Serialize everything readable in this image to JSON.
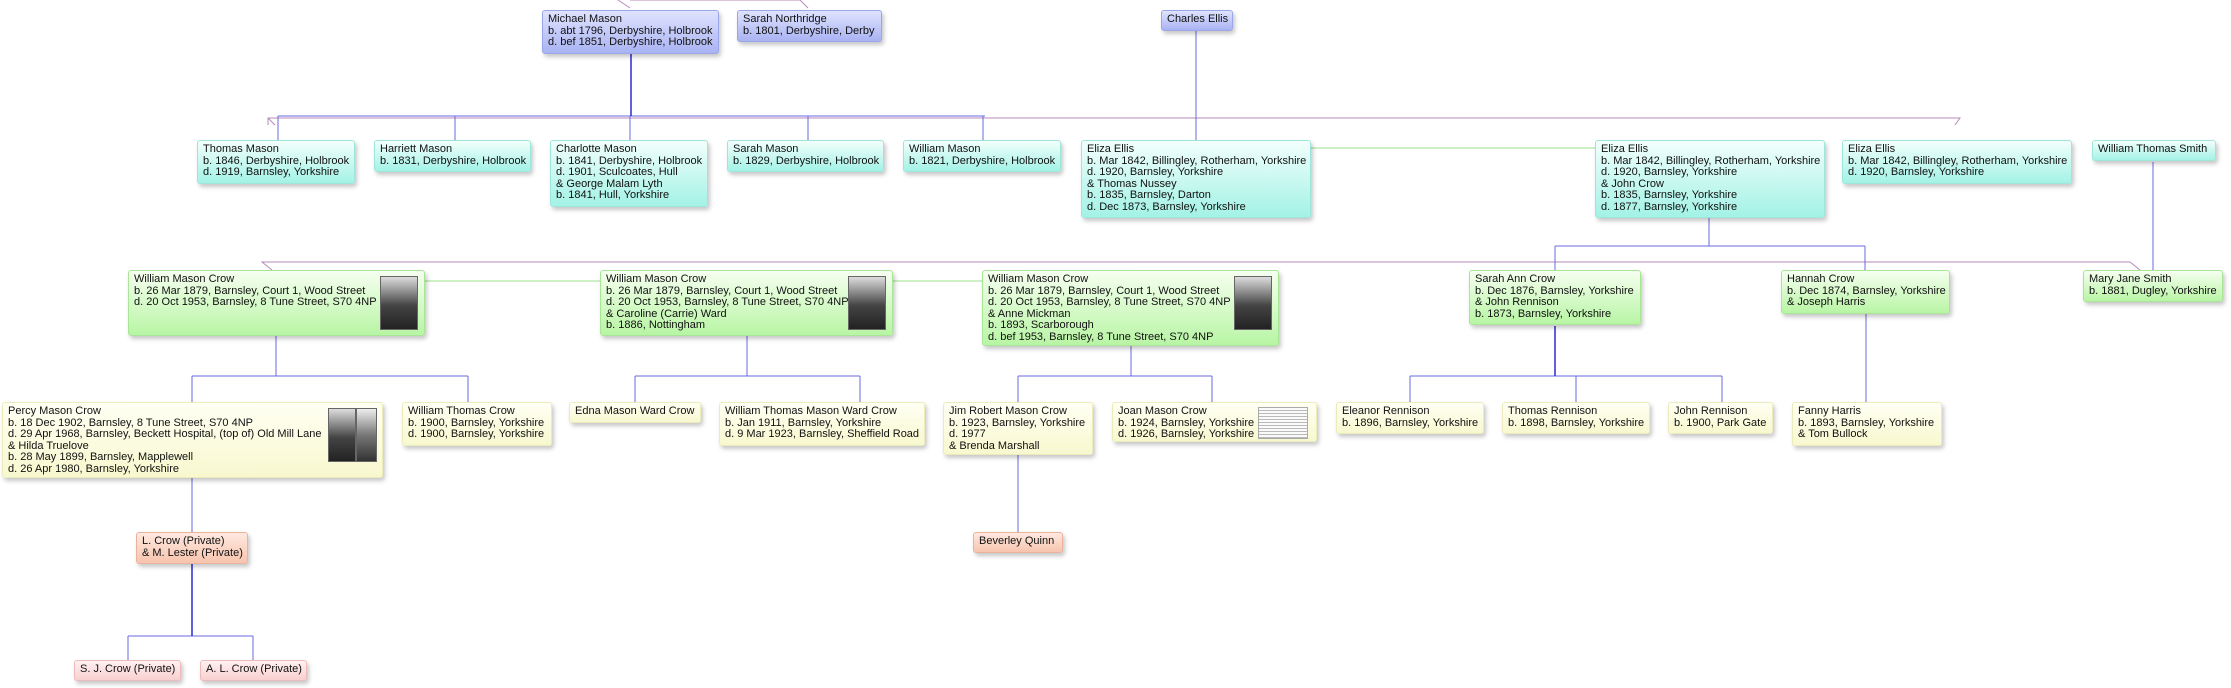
{
  "tree": {
    "michael_mason": [
      "Michael Mason",
      "b. abt 1796, Derbyshire, Holbrook",
      "d. bef 1851, Derbyshire, Holbrook"
    ],
    "sarah_northridge": [
      "Sarah Northridge",
      "b. 1801, Derbyshire, Derby"
    ],
    "charles_ellis": [
      "Charles Ellis"
    ],
    "thomas_mason": [
      "Thomas Mason",
      "b. 1846, Derbyshire, Holbrook",
      "d. 1919, Barnsley, Yorkshire"
    ],
    "harriett_mason": [
      "Harriett Mason",
      "b. 1831, Derbyshire, Holbrook"
    ],
    "charlotte_mason": [
      "Charlotte Mason",
      "b. 1841, Derbyshire, Holbrook",
      "d. 1901, Sculcoates, Hull",
      "& George Malam Lyth",
      "b. 1841, Hull, Yorkshire"
    ],
    "sarah_mason": [
      "Sarah Mason",
      "b. 1829, Derbyshire, Holbrook"
    ],
    "william_mason": [
      "William Mason",
      "b. 1821, Derbyshire, Holbrook"
    ],
    "eliza_ellis_1": [
      "Eliza Ellis",
      "b. Mar 1842, Billingley, Rotherham, Yorkshire",
      "d. 1920, Barnsley, Yorkshire",
      "& Thomas Nussey",
      "b. 1835, Barnsley, Darton",
      "d. Dec 1873, Barnsley, Yorkshire"
    ],
    "eliza_ellis_2": [
      "Eliza Ellis",
      "b. Mar 1842, Billingley, Rotherham, Yorkshire",
      "d. 1920, Barnsley, Yorkshire",
      "& John Crow",
      "b. 1835, Barnsley, Yorkshire",
      "d. 1877, Barnsley, Yorkshire"
    ],
    "eliza_ellis_3": [
      "Eliza Ellis",
      "b. Mar 1842, Billingley, Rotherham, Yorkshire",
      "d. 1920, Barnsley, Yorkshire"
    ],
    "william_thomas_smith": [
      "William Thomas Smith"
    ],
    "wmc_1": [
      "William Mason Crow",
      "b. 26 Mar 1879, Barnsley, Court 1, Wood Street",
      "d. 20 Oct 1953, Barnsley, 8 Tune Street, S70 4NP"
    ],
    "wmc_2": [
      "William Mason Crow",
      "b. 26 Mar 1879, Barnsley, Court 1, Wood Street",
      "d. 20 Oct 1953, Barnsley, 8 Tune Street, S70 4NP",
      "& Caroline (Carrie) Ward",
      "b. 1886, Nottingham"
    ],
    "wmc_3": [
      "William Mason Crow",
      "b. 26 Mar 1879, Barnsley, Court 1, Wood Street",
      "d. 20 Oct 1953, Barnsley, 8 Tune Street, S70 4NP",
      "& Anne Mickman",
      "b. 1893, Scarborough",
      "d. bef 1953, Barnsley, 8 Tune Street, S70 4NP"
    ],
    "sarah_ann_crow": [
      "Sarah Ann Crow",
      "b. Dec 1876, Barnsley, Yorkshire",
      "& John Rennison",
      "b. 1873, Barnsley, Yorkshire"
    ],
    "hannah_crow": [
      "Hannah Crow",
      "b. Dec 1874, Barnsley, Yorkshire",
      "& Joseph Harris"
    ],
    "mary_jane_smith": [
      "Mary Jane Smith",
      "b. 1881, Dugley, Yorkshire"
    ],
    "percy_mason_crow": [
      "Percy Mason Crow",
      "b. 18 Dec 1902, Barnsley, 8 Tune Street, S70 4NP",
      "d. 29 Apr 1968, Barnsley, Beckett Hospital, (top of) Old Mill Lane",
      "& Hilda Truelove",
      "b. 28 May 1899, Barnsley, Mapplewell",
      "d. 26 Apr 1980, Barnsley, Yorkshire"
    ],
    "william_thomas_crow": [
      "William Thomas Crow",
      "b. 1900, Barnsley, Yorkshire",
      "d. 1900, Barnsley, Yorkshire"
    ],
    "edna_mason_ward_crow": [
      "Edna Mason Ward Crow"
    ],
    "wtmw_crow": [
      "William Thomas Mason Ward Crow",
      "b. Jan 1911, Barnsley, Yorkshire",
      "d. 9 Mar 1923, Barnsley, Sheffield Road"
    ],
    "jim_robert_mason_crow": [
      "Jim Robert Mason Crow",
      "b. 1923, Barnsley, Yorkshire",
      "d. 1977",
      "& Brenda Marshall"
    ],
    "joan_mason_crow": [
      "Joan Mason Crow",
      "b. 1924, Barnsley, Yorkshire",
      "d. 1926, Barnsley, Yorkshire"
    ],
    "eleanor_rennison": [
      "Eleanor Rennison",
      "b. 1896, Barnsley, Yorkshire"
    ],
    "thomas_rennison": [
      "Thomas Rennison",
      "b. 1898, Barnsley, Yorkshire"
    ],
    "john_rennison": [
      "John Rennison",
      "b. 1900, Park Gate"
    ],
    "fanny_harris": [
      "Fanny Harris",
      "b. 1893, Barnsley, Yorkshire",
      "& Tom Bullock"
    ],
    "l_crow": [
      "L. Crow (Private)",
      "& M. Lester (Private)"
    ],
    "beverley_quinn": [
      "Beverley Quinn"
    ],
    "sj_crow": [
      "S. J. Crow (Private)"
    ],
    "al_crow": [
      "A. L. Crow (Private)"
    ]
  },
  "colors": {
    "generation_1": "#a9b3f2",
    "generation_2": "#a3f2e6",
    "generation_3": "#b8f5a4",
    "generation_4": "#f8f8cf",
    "generation_5": "#f7c4ae",
    "generation_6": "#f9d0d0",
    "line_descent": "#4c4cd6",
    "line_spouse_link": "#8fd67a",
    "line_cross_link": "#b07ab0"
  }
}
